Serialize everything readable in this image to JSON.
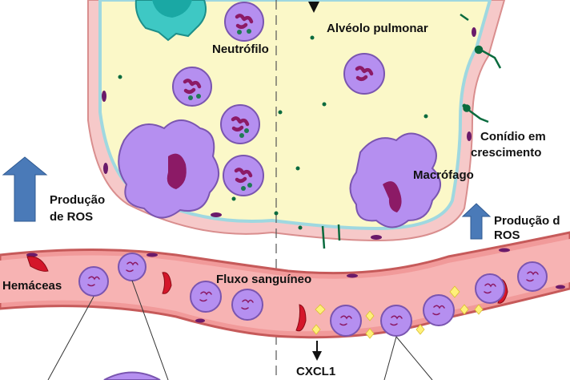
{
  "labels": {
    "alveolus": "Alvéolo pulmonar",
    "neutrophil": "Neutrófilo",
    "conidium_line1": "Conídio em",
    "conidium_line2": "crescimento",
    "macrophage": "Macrófago",
    "ros_left_line1": "Produção",
    "ros_left_line2": "de ROS",
    "ros_right_line1": "Produção d",
    "ros_right_line2": "ROS",
    "rbc": "Hemáceas",
    "blood_flow": "Fluxo sanguíneo",
    "cxcl1": "CXCL1"
  },
  "colors": {
    "alveolus_fill": "#fbf8c8",
    "alveolus_edge": "#9fd8e0",
    "tissue": "#f6c9c9",
    "vessel": "#f19a9a",
    "cell_purple": "#b58ff0",
    "cell_nucleus": "#8c1a66",
    "rbc": "#d4162a",
    "conidium": "#0a6b3e",
    "arrow_blue": "#4a7ab8",
    "cxcl1": "#fff07a"
  }
}
